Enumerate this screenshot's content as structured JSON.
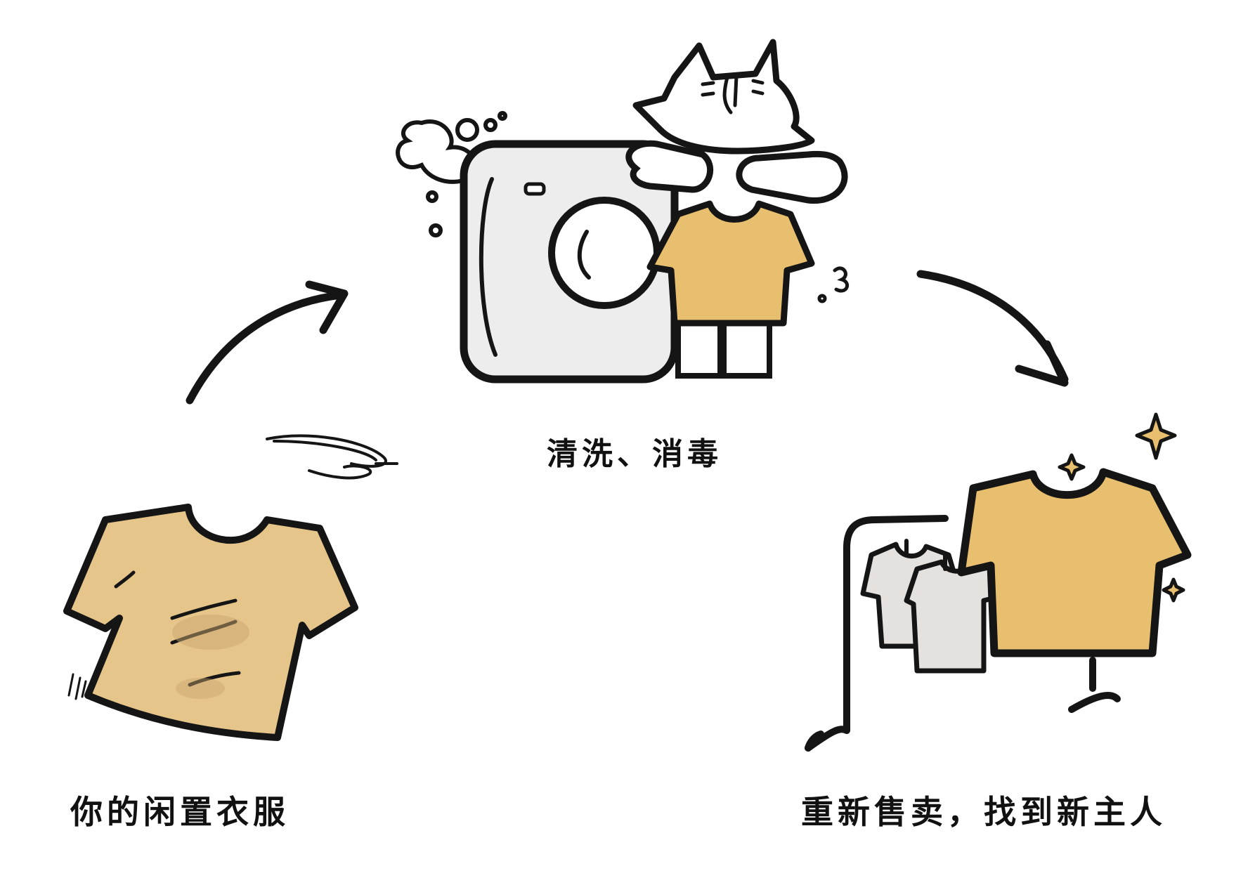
{
  "steps": [
    {
      "label": "你的闲置衣服"
    },
    {
      "label": "清洗、消毒"
    },
    {
      "label": "重新售卖，找到新主人"
    }
  ],
  "colors": {
    "shirt": "#E8BF6E",
    "shirt_worn": "#E6C58A",
    "washer": "#EDEDED",
    "grey_shirt": "#E4E1DE",
    "ink": "#151515"
  },
  "icons": [
    "worn-shirt-icon",
    "washing-machine-icon",
    "cat-icon",
    "clean-shirt-icon",
    "clothes-rack-icon",
    "sparkle-icon",
    "arrow-icon"
  ]
}
